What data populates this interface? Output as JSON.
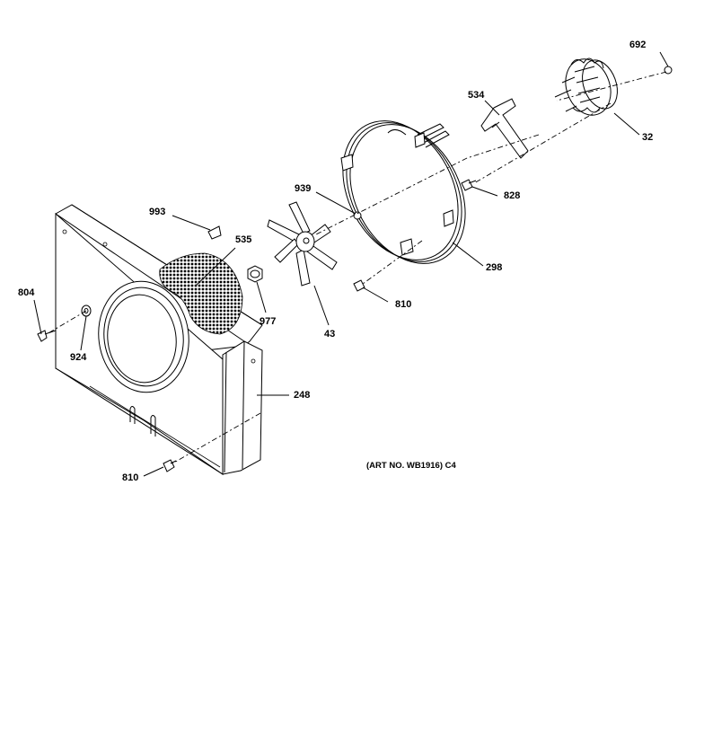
{
  "labels": {
    "p692": "692",
    "p534": "534",
    "p32": "32",
    "p939": "939",
    "p828": "828",
    "p993": "993",
    "p535": "535",
    "p298": "298",
    "p804": "804",
    "p810a": "810",
    "p977": "977",
    "p43": "43",
    "p924": "924",
    "p248": "248",
    "p810b": "810"
  },
  "art_note": "(ART NO. WB1916) C4"
}
